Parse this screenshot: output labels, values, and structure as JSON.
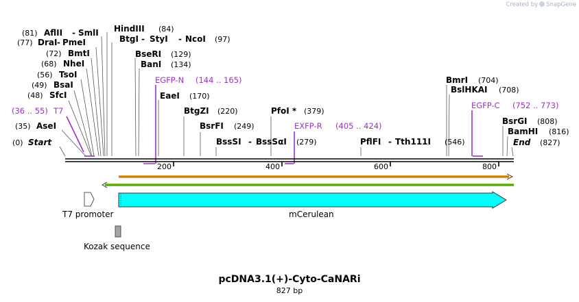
{
  "credit": {
    "prefix": "Created by",
    "brand": "SnapGene"
  },
  "title": "pcDNA3.1(+)-Cyto-CaNARi",
  "length": "827 bp",
  "ruler": {
    "ticks": [
      "200",
      "400",
      "600",
      "800"
    ]
  },
  "sites": {
    "start_pos": "(0)",
    "start": "Start",
    "asei_pos": "(35)",
    "asei": "AseI",
    "sfci_pos": "(48)",
    "sfci": "SfcI",
    "bsai_pos": "(49)",
    "bsai": "BsaI",
    "tsoi_pos": "(56)",
    "tsoi": "TsoI",
    "nhei_pos": "(68)",
    "nhei": "NheI",
    "bmti_pos": "(72)",
    "bmti": "BmtI",
    "drai_pos": "(77)",
    "drai": "DraI",
    "drai_sep": "-",
    "pmei": "PmeI",
    "aflii_pos": "(81)",
    "aflii": "AflII",
    "aflii_sep": "-",
    "smli": "SmlI",
    "hindiii": "HindIII",
    "hindiii_pos": "(84)",
    "btgi": "BtgI",
    "btgi_sep1": "-",
    "styi": "StyI",
    "btgi_sep2": "-",
    "ncoi": "NcoI",
    "ncoi_pos": "(97)",
    "bseri": "BseRI",
    "bseri_pos": "(129)",
    "bani": "BanI",
    "bani_pos": "(134)",
    "eaei": "EaeI",
    "eaei_pos": "(170)",
    "btgzi": "BtgZI",
    "btgzi_pos": "(220)",
    "bsrfi": "BsrFI",
    "bsrfi_pos": "(249)",
    "bsssi": "BssSI",
    "bsssi_sep": "-",
    "bsssai": "BssSαI",
    "bsssi_pos": "(279)",
    "pfoi": "PfoI *",
    "pfoi_pos": "(379)",
    "pflfi": "PflFI",
    "pflfi_sep": "-",
    "tth111i": "Tth111I",
    "pflfi_pos": "(546)",
    "bmri": "BmrI",
    "bmri_pos": "(704)",
    "bslhkai": "BslHKAI",
    "bslhkai_pos": "(708)",
    "bsrgi": "BsrGI",
    "bsrgi_pos": "(808)",
    "bamhi": "BamHI",
    "bamhi_pos": "(816)",
    "end": "End",
    "end_pos": "(827)"
  },
  "primers": {
    "t7_range": "(36 .. 55)",
    "t7": "T7",
    "egfpn": "EGFP-N",
    "egfpn_range": "(144 .. 165)",
    "exfpr": "EXFP-R",
    "exfpr_range": "(405 .. 424)",
    "egfpc": "EGFP-C",
    "egfpc_range": "(752 .. 773)"
  },
  "features": {
    "t7_promoter": "T7 promoter",
    "mcerulean": "mCerulean",
    "kozak": "Kozak sequence"
  },
  "colors": {
    "primer": "#9b30c8",
    "mcerulean": "#00ffff",
    "orf_orange": "#f5a623",
    "orf_green": "#7ed321",
    "kozak": "#a0a4ab"
  }
}
